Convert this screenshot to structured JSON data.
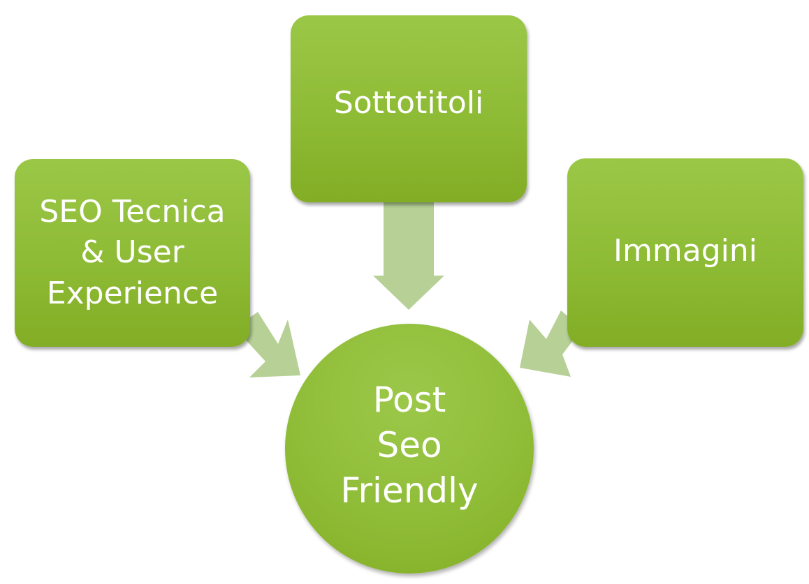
{
  "diagram": {
    "center": {
      "label": "Post\nSeo\nFriendly"
    },
    "nodes": [
      {
        "id": "top",
        "label": "Sottotitoli"
      },
      {
        "id": "left",
        "label": "SEO Tecnica\n& User\nExperience"
      },
      {
        "id": "right",
        "label": "Immagini"
      }
    ],
    "colors": {
      "node_fill": "#8ebb35",
      "node_text": "#ffffff",
      "arrow_fill": "#b6d096",
      "background": "#ffffff"
    }
  }
}
